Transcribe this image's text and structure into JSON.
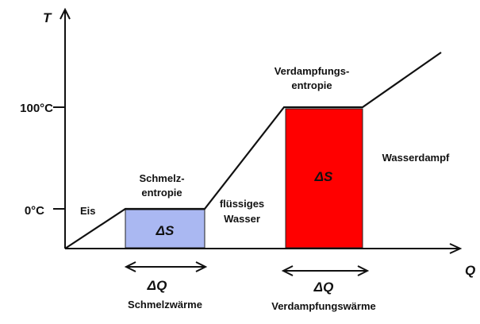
{
  "axes": {
    "y_label": "T",
    "x_label": "Q",
    "y_ticks": [
      "100°C",
      "0°C"
    ]
  },
  "phases": {
    "ice": "Eis",
    "liquid": [
      "flüssiges",
      "Wasser"
    ],
    "vapor": "Wasserdampf"
  },
  "melting": {
    "entropy_title": [
      "Schmelz-",
      "entropie"
    ],
    "delta_s": "ΔS",
    "delta_q": "ΔQ",
    "heat_label": "Schmelzwärme"
  },
  "evaporation": {
    "entropy_title": [
      "Verdampfungs-",
      "entropie"
    ],
    "delta_s": "ΔS",
    "delta_q": "ΔQ",
    "heat_label": "Verdampfungswärme"
  },
  "colors": {
    "melting_box": "#aab8f2",
    "evaporation_box": "#ff0000",
    "melting_title": "#1f8fc9",
    "evaporation_title": "#e8221b",
    "line": "#111111"
  }
}
